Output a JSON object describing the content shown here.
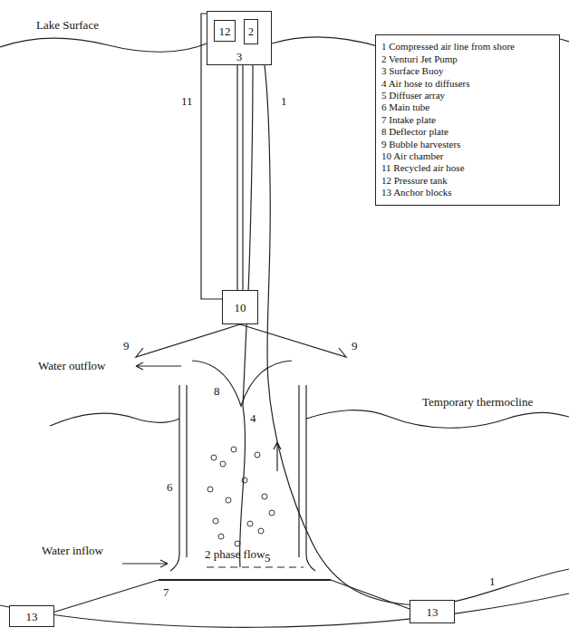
{
  "diagram": {
    "nodes": [
      {
        "text": [
          "3"
        ]
      },
      {
        "text": [
          "12"
        ],
        "in": 0
      },
      {
        "text": [
          "2"
        ],
        "in": 0
      },
      {
        "text": [
          "1 Compressed air line from shore",
          "2 Venturi Jet Pump",
          "3 Surface Buoy",
          "4 Air hose to diffusers",
          "5 Diffuser array",
          "6 Main tube",
          "7 Intake plate",
          "8 Deflector plate",
          "9 Bubble harvesters",
          "10 Air chamber",
          "11 Recycled air hose",
          "12 Pressure tank",
          "13 Anchor blocks"
        ]
      },
      {
        "text": [
          "10"
        ]
      },
      {
        "text": [
          "13"
        ]
      },
      {
        "text": [
          "13"
        ]
      }
    ],
    "edges": [
      {
        "from": 1,
        "to": 2,
        "arrow": "to"
      },
      {
        "from": 0,
        "to": 4,
        "arrow": "none"
      },
      {
        "from": 2,
        "to": 4,
        "arrow": "none"
      }
    ],
    "labels": [
      "Lake Surface",
      "1",
      "11",
      "9",
      "9",
      "Water outflow",
      "8",
      "Temporary thermocline",
      "4",
      "6",
      "2 phase flow",
      "5",
      "Water inflow",
      "7",
      "1"
    ]
  }
}
